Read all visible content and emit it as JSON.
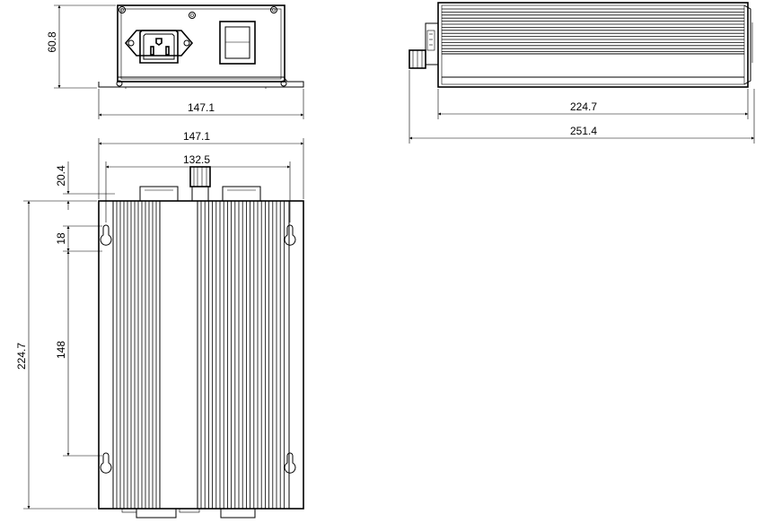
{
  "dimensions": {
    "front_height": "60.8",
    "front_width": "147.1",
    "side_body_length": "224.7",
    "side_total_length": "251.4",
    "top_overall_width": "147.1",
    "top_hole_spacing": "132.5",
    "top_edge_offset": "20.4",
    "top_slot_length": "18",
    "top_hole_pitch": "148",
    "top_overall_length": "224.7"
  }
}
